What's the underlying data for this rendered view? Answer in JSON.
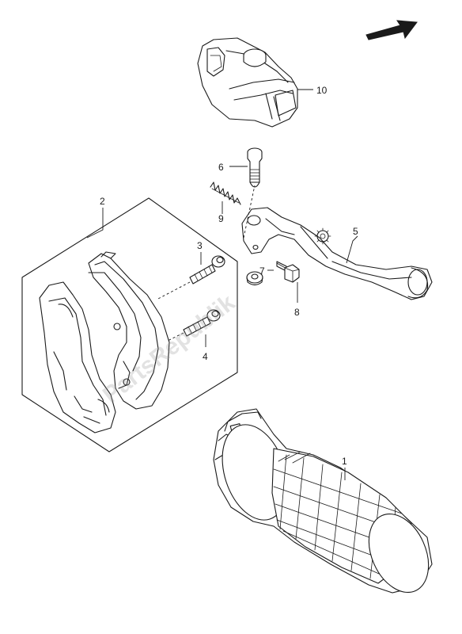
{
  "watermark": "PartsRepublik",
  "direction_arrow": {
    "icon": "direction-arrow-icon"
  },
  "callouts": {
    "grip": "1",
    "bracket_assembly": "2",
    "bolt_long": "3",
    "bolt_short": "4",
    "lever": "5",
    "pivot_pin": "6",
    "washer": "7",
    "nut": "8",
    "spring": "9",
    "cover": "10"
  }
}
